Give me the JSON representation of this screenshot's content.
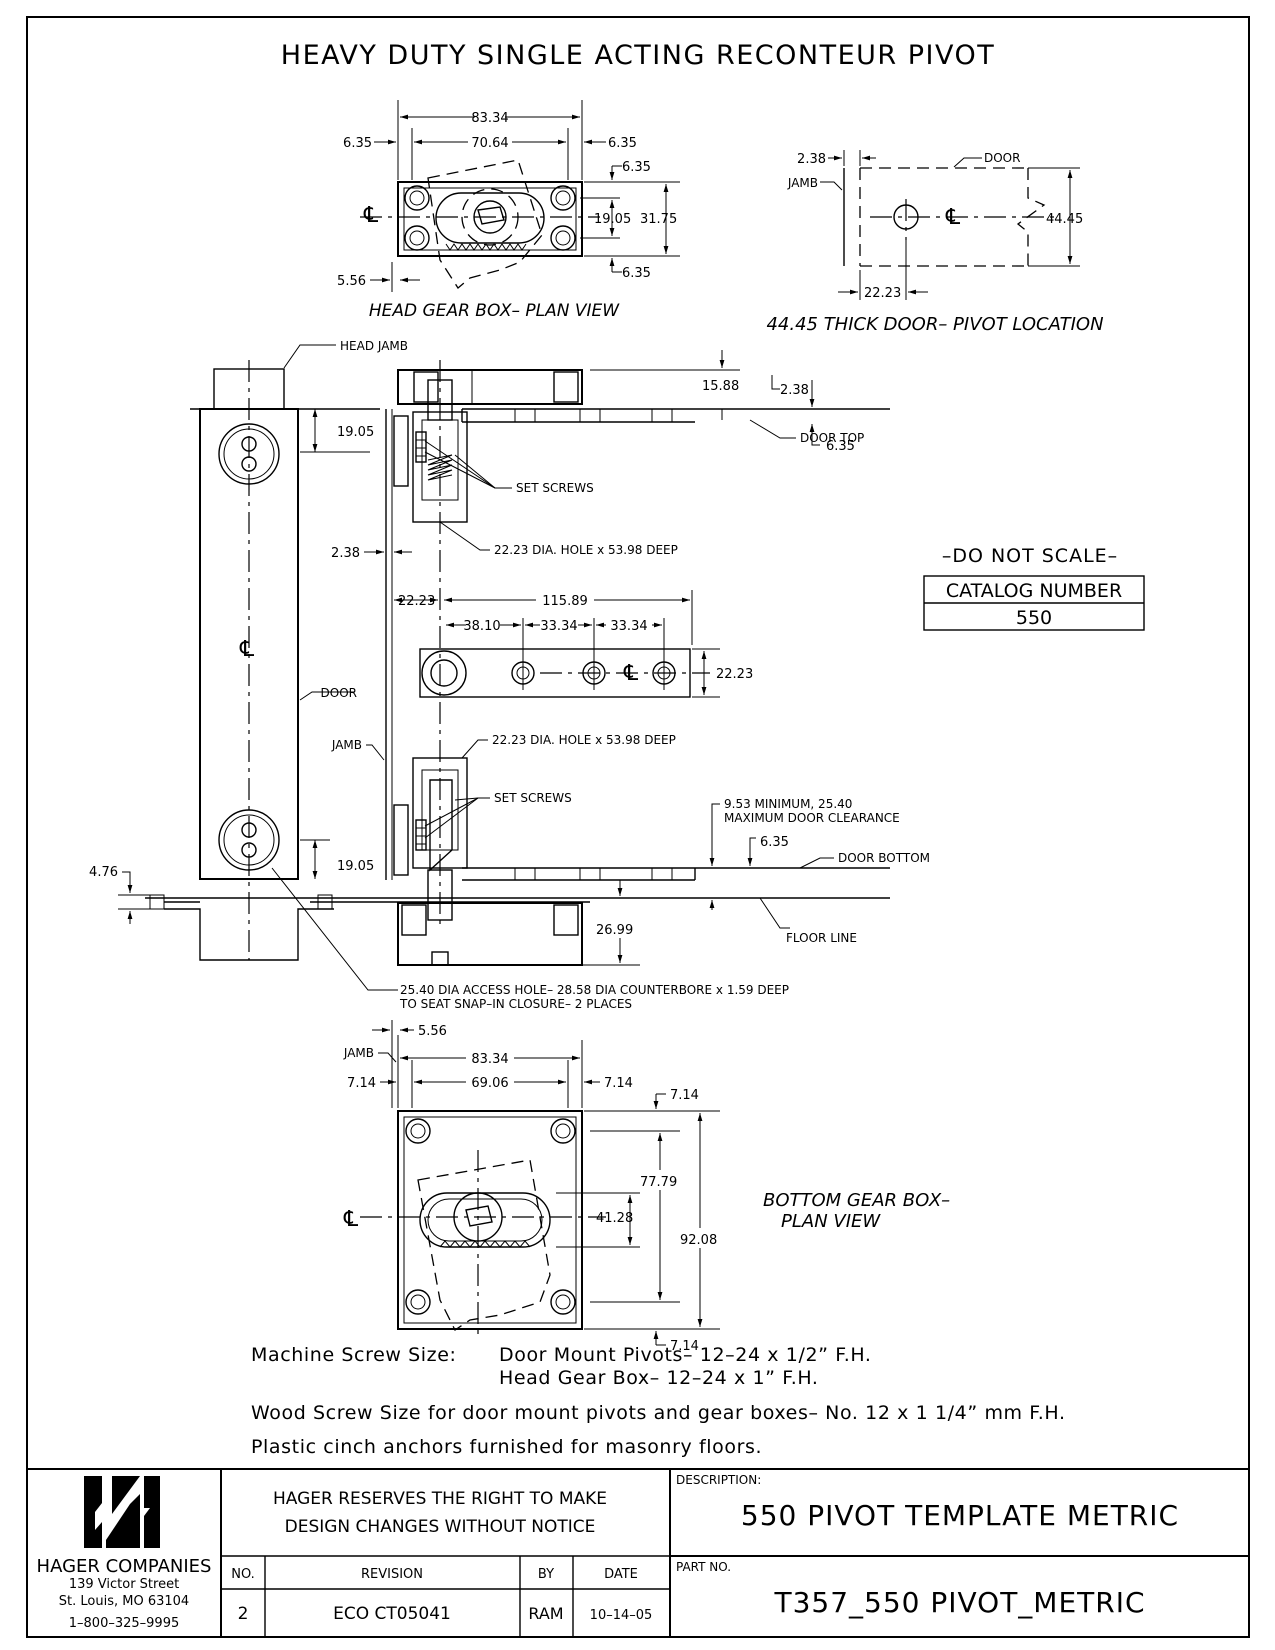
{
  "title": "HEAVY DUTY SINGLE ACTING RECONTEUR PIVOT",
  "head_gear_box": {
    "caption": "HEAD GEAR BOX– PLAN VIEW",
    "dims": {
      "overall": "83.34",
      "inner": "70.64",
      "left": "6.35",
      "right": "6.35",
      "top": "6.35",
      "bottom": "6.35",
      "hole_spacing": "19.05",
      "height": "31.75",
      "offset": "5.56"
    },
    "centerline": "℄"
  },
  "door_location": {
    "caption": "44.45 THICK DOOR– PIVOT LOCATION",
    "labels": {
      "door": "DOOR",
      "jamb": "JAMB"
    },
    "dims": {
      "gap": "2.38",
      "thickness": "44.45",
      "pivot_offset": "22.23"
    }
  },
  "elevation": {
    "labels": {
      "head_jamb": "HEAD JAMB",
      "set_screws_top": "SET SCREWS",
      "set_screws_bottom": "SET SCREWS",
      "hole_top": "22.23 DIA. HOLE x 53.98 DEEP",
      "hole_bottom": "22.23 DIA. HOLE x 53.98 DEEP",
      "door": "DOOR",
      "jamb": "JAMB",
      "door_top": "DOOR TOP",
      "door_bottom": "DOOR BOTTOM",
      "floor_line": "FLOOR LINE",
      "clearance_line1": "9.53 MINIMUM, 25.40",
      "clearance_line2": "MAXIMUM DOOR CLEARANCE",
      "access_line1": "25.40 DIA ACCESS HOLE– 28.58 DIA COUNTERBORE x 1.59 DEEP",
      "access_line2": "TO SEAT SNAP–IN CLOSURE– 2 PLACES"
    },
    "dims": {
      "top_19": "19.05",
      "gap_238": "2.38",
      "d1588": "15.88",
      "d238r": "2.38",
      "d635a": "6.35",
      "d2223": "22.23",
      "d11589": "115.89",
      "d3810": "38.10",
      "d3334a": "33.34",
      "d3334b": "33.34",
      "d2223r": "22.23",
      "bot_19": "19.05",
      "d476": "4.76",
      "d635b": "6.35",
      "d2699": "26.99"
    },
    "centerline": "℄"
  },
  "do_not_scale": "–DO NOT SCALE–",
  "catalog": {
    "label": "CATALOG NUMBER",
    "value": "550"
  },
  "bottom_gear_box": {
    "caption_line1": "BOTTOM GEAR BOX–",
    "caption_line2": "PLAN VIEW",
    "dims": {
      "offset": "5.56",
      "overall": "83.34",
      "inner": "69.06",
      "left": "7.14",
      "right": "7.14",
      "top": "7.14",
      "bottom": "7.14",
      "slot": "41.28",
      "inner_h": "77.79",
      "height": "92.08"
    },
    "labels": {
      "jamb": "JAMB"
    },
    "centerline": "℄"
  },
  "specs": {
    "machine_label": "Machine Screw Size:",
    "machine_line1": "Door Mount Pivots– 12–24 x 1/2” F.H.",
    "machine_line2": "Head Gear Box– 12–24 x 1” F.H.",
    "wood": "Wood Screw Size for door mount pivots and gear boxes– No. 12 x 1 1/4” mm F.H.",
    "plastic": "Plastic cinch anchors furnished for masonry floors."
  },
  "title_block": {
    "company": "HAGER COMPANIES",
    "address1": "139 Victor Street",
    "address2": "St. Louis, MO 63104",
    "phone": "1–800–325–9995",
    "notice_line1": "HAGER RESERVES THE RIGHT TO MAKE",
    "notice_line2": "DESIGN CHANGES WITHOUT NOTICE",
    "headers": {
      "no": "NO.",
      "revision": "REVISION",
      "by": "BY",
      "date": "DATE"
    },
    "row": {
      "no": "2",
      "revision": "ECO CT05041",
      "by": "RAM",
      "date": "10–14–05"
    },
    "description_label": "DESCRIPTION:",
    "description": "550 PIVOT TEMPLATE METRIC",
    "part_label": "PART NO.",
    "part": "T357_550 PIVOT_METRIC"
  }
}
